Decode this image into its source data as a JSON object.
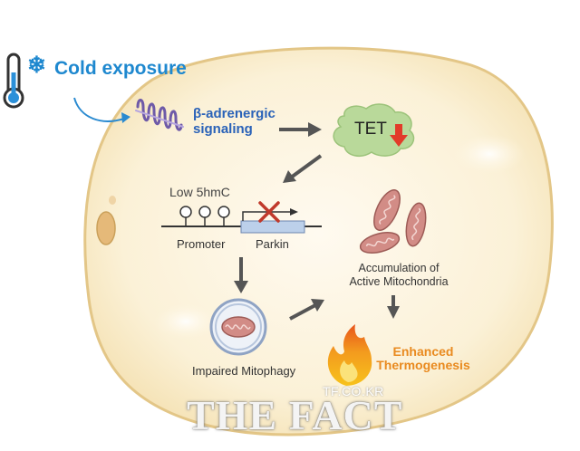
{
  "labels": {
    "cold_exposure": "Cold exposure",
    "snowflake": "❄",
    "beta_line1": "β-adrenergic",
    "beta_line2": "signaling",
    "tet": "TET",
    "low_5hmc": "Low 5hmC",
    "promoter": "Promoter",
    "parkin": "Parkin",
    "accum_line1": "Accumulation of",
    "accum_line2": "Active Mitochondria",
    "impaired": "Impaired Mitophagy",
    "thermo_line1": "Enhanced",
    "thermo_line2": "Thermogenesis"
  },
  "watermark": {
    "small": "TF.CO.KR",
    "big": "THE FACT"
  },
  "colors": {
    "cell_fill": "#fbf1d7",
    "cell_border": "#e3c687",
    "accent_blue": "#1e88cf",
    "signal_blue": "#2a62b8",
    "tet_blob": "#b9d99a",
    "down_arrow": "#e23b2a",
    "cross": "#c0392b",
    "mito": "#d28c86",
    "flame": "#f39b1e",
    "thermo_orange": "#e98a1f",
    "arrow_gray": "#555555"
  },
  "icons": [
    "thermometer-icon",
    "snowflake-icon",
    "receptor-icon",
    "mitochondrion-icon",
    "autophagosome-icon",
    "flame-icon"
  ]
}
